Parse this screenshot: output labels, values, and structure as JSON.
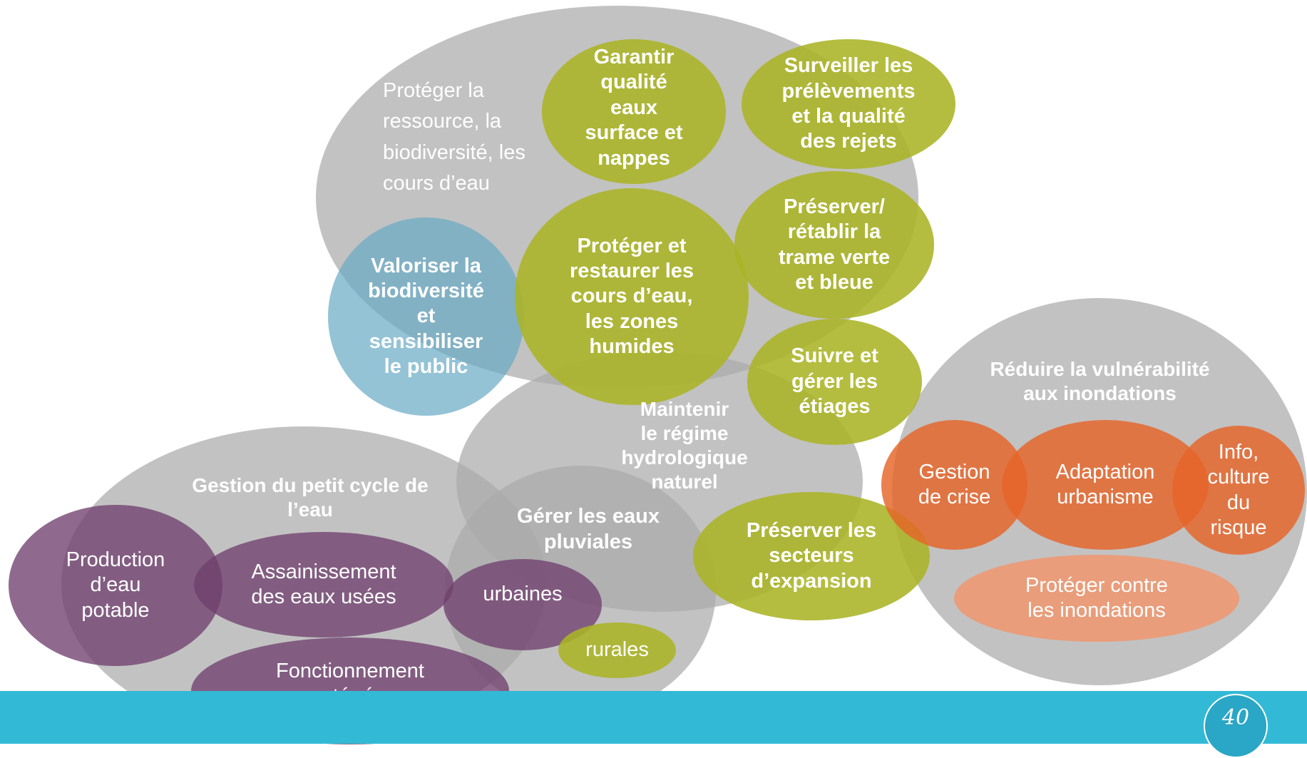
{
  "diagram": {
    "resource_label": "Protéger la\nressource, la\nbiodiversité, les\ncours d’eau",
    "quality_label": "Garantir\nqualité\neaux\nsurface et\nnappes",
    "monitoring_label": "Surveiller les\nprélèvements\net la qualité\ndes rejets",
    "trame_label": "Préserver/\nrétablir la\ntrame verte\net bleue",
    "biodiversity_label": "Valoriser la\nbiodiversité\net\nsensibiliser\nle public",
    "rivers_label": "Protéger et\nrestaurer les\ncours d’eau,\nles zones\nhumides",
    "etiages_label": "Suivre et\ngérer les\nétiages",
    "hydro_label": "Maintenir\nle régime\nhydrologique\nnaturel",
    "expansion_label": "Préserver les\nsecteurs\nd’expansion",
    "flood_label": "Réduire la vulnérabilité\naux inondations",
    "crisis_label": "Gestion\nde crise",
    "urbanism_label": "Adaptation\nurbanisme",
    "info_label": "Info,\nculture\ndu\nrisque",
    "protect_flood_label": "Protéger contre\nles inondations",
    "small_cycle_label": "Gestion du petit cycle de\nl’eau",
    "drinking_label": "Production\nd’eau\npotable",
    "sanitation_label": "Assainissement\ndes eaux usées",
    "network_label": "Fonctionnement\nconcerté réseaux\net épuration",
    "rainwater_label": "Gérer les eaux\npluviales",
    "urban_label": "urbaines",
    "rural_label": "rurales"
  },
  "logo_text": "40",
  "colors": {
    "grey": "#aaaaaa",
    "green": "#aab424",
    "blue": "#66aac4",
    "purple": "#70406e",
    "orange": "#e66428",
    "light_orange": "#f0966e",
    "band": "#32b9d6"
  }
}
